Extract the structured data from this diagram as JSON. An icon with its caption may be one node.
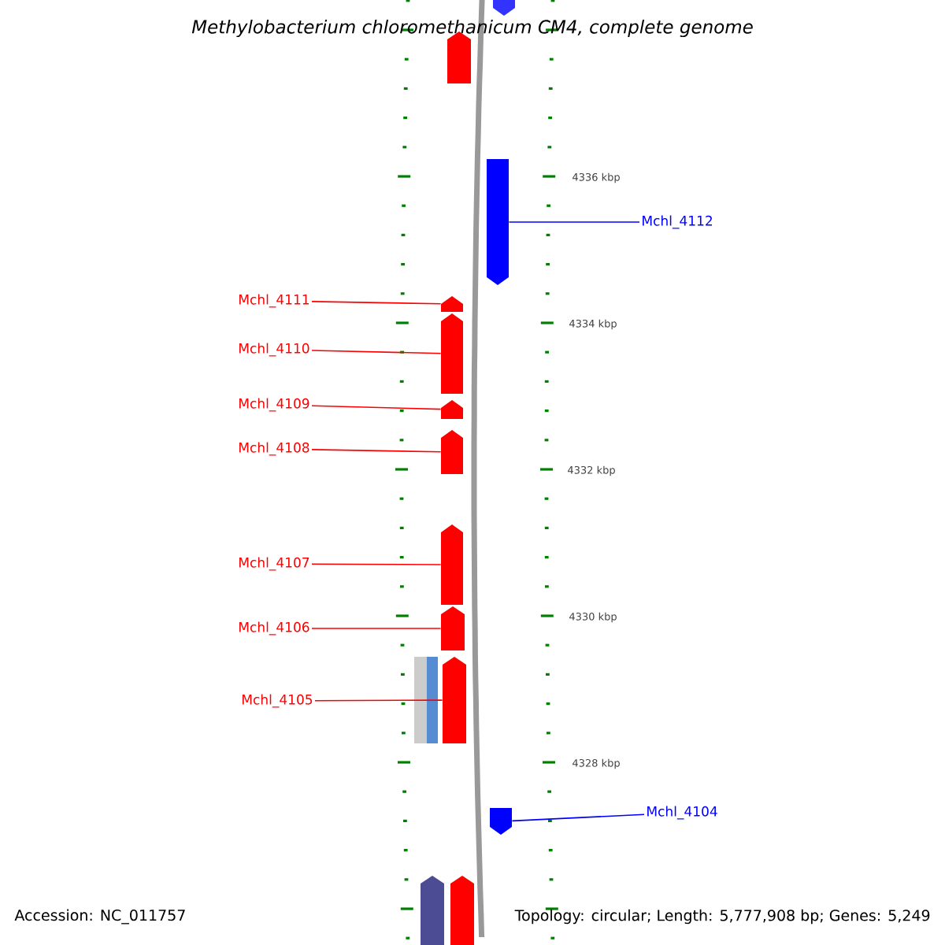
{
  "diagram": {
    "title": "Methylobacterium chloromethanicum CM4, complete genome",
    "nodes": [
      {
        "text": [
          "Mchl_4112"
        ]
      },
      {
        "text": [
          "Mchl_4111"
        ]
      },
      {
        "text": [
          "Mchl_4110"
        ]
      },
      {
        "text": [
          "Mchl_4109"
        ]
      },
      {
        "text": [
          "Mchl_4108"
        ]
      },
      {
        "text": [
          "Mchl_4107"
        ]
      },
      {
        "text": [
          "Mchl_4106"
        ]
      },
      {
        "text": [
          "Mchl_4105"
        ]
      },
      {
        "text": [
          "Mchl_4104"
        ]
      },
      {
        "text": [],
        "shape": "arrow"
      },
      {
        "text": [],
        "shape": "arrow"
      },
      {
        "text": [],
        "shape": "arrow"
      },
      {
        "text": [],
        "shape": "arrow"
      },
      {
        "text": [],
        "shape": "arrow"
      },
      {
        "text": [],
        "shape": "arrow"
      },
      {
        "text": [],
        "shape": "arrow"
      },
      {
        "text": [],
        "shape": "arrow"
      },
      {
        "text": [],
        "shape": "arrow"
      },
      {
        "text": [],
        "shape": "box"
      },
      {
        "text": [],
        "shape": "arrow"
      },
      {
        "text": [],
        "shape": "arrow"
      },
      {
        "text": [],
        "shape": "arrow"
      },
      {
        "text": [],
        "shape": "arrow"
      }
    ],
    "edges": [
      {
        "from": 0,
        "to": 11,
        "arrow": "none",
        "color": "#0000ff"
      },
      {
        "from": 1,
        "to": 12,
        "arrow": "none"
      },
      {
        "from": 2,
        "to": 13,
        "arrow": "none"
      },
      {
        "from": 3,
        "to": 14,
        "arrow": "none"
      },
      {
        "from": 4,
        "to": 15,
        "arrow": "none"
      },
      {
        "from": 5,
        "to": 16,
        "arrow": "none"
      },
      {
        "from": 6,
        "to": 17,
        "arrow": "none"
      },
      {
        "from": 7,
        "to": 19,
        "arrow": "none"
      },
      {
        "from": 8,
        "to": 20,
        "arrow": "none",
        "color": "#0000ff"
      }
    ],
    "labels": [
      "4336 kbp",
      "4334 kbp",
      "4332 kbp",
      "4330 kbp",
      "4328 kbp",
      "Accession: NC_011757",
      "Topology: circular; Length: 5,777,908 bp; Genes: 5,249"
    ]
  }
}
